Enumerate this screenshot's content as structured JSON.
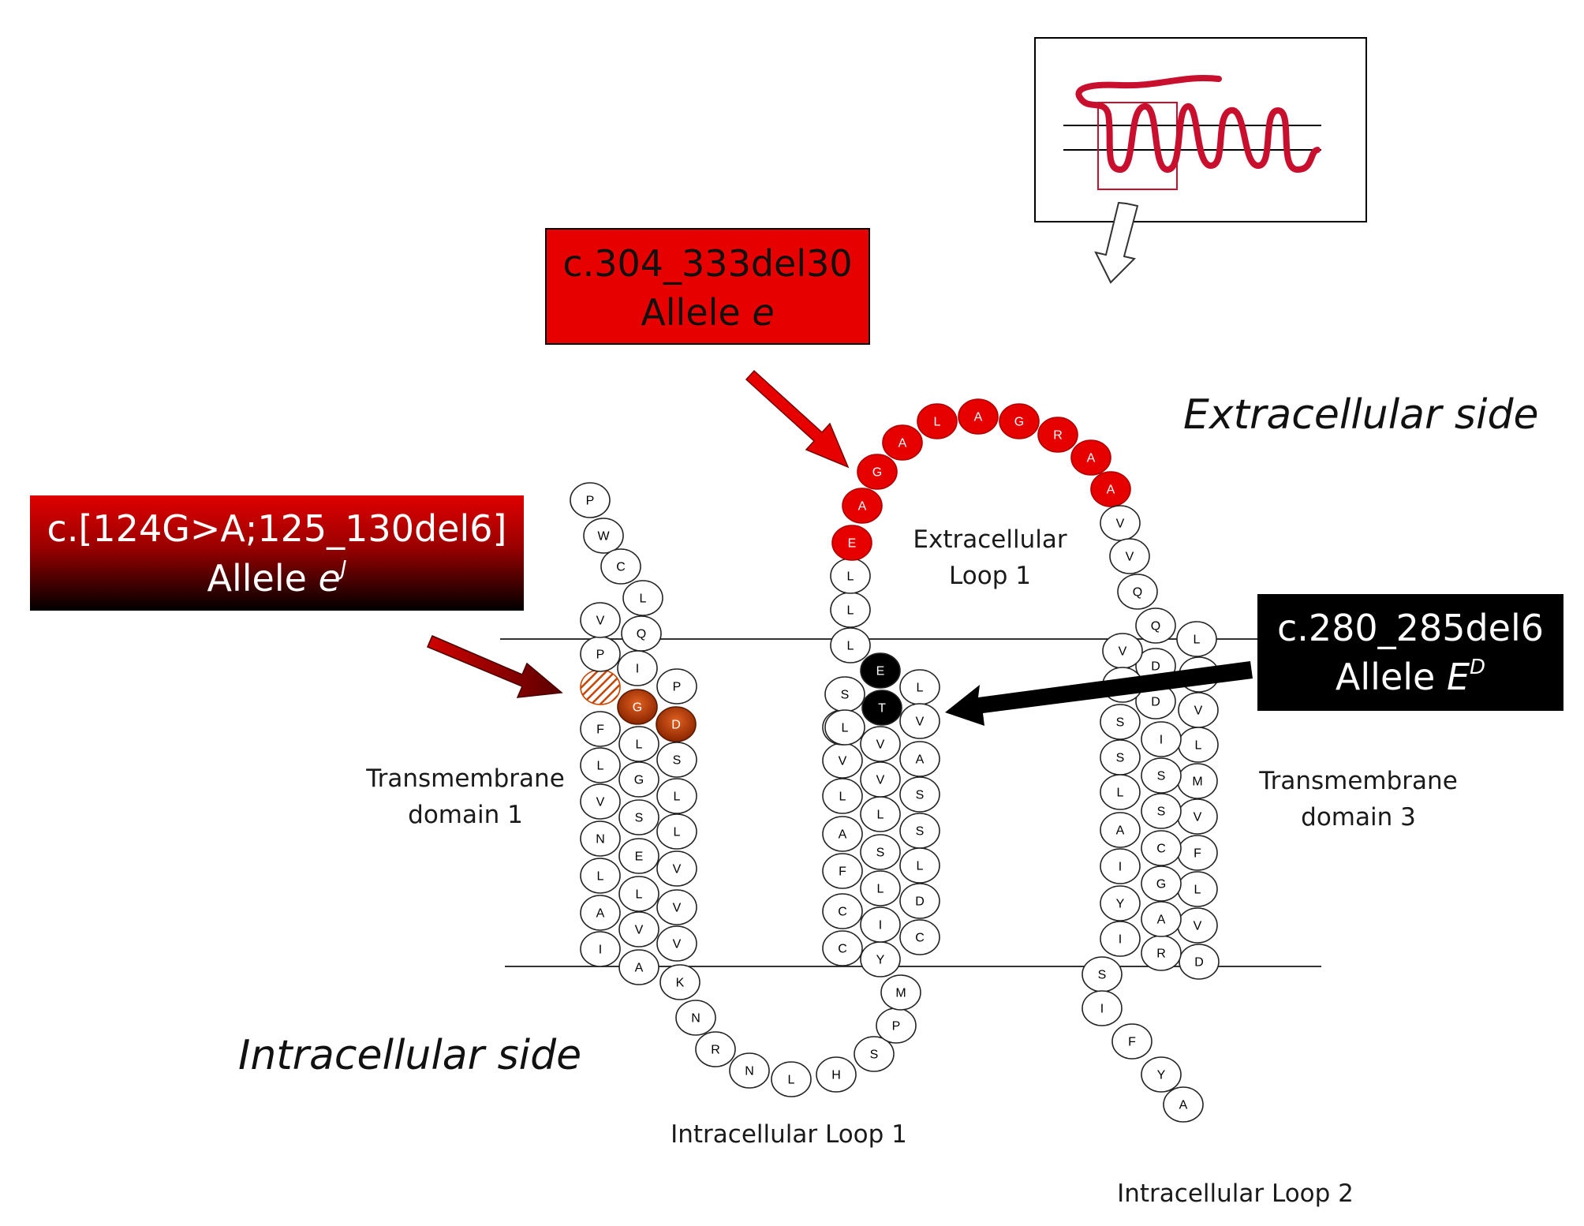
{
  "colors": {
    "deletion_e": "#e60000",
    "deletion_ej": "#c84400",
    "deletion_ED": "#000000",
    "residue_fill": "#ffffff",
    "inset_line": "#c8102e"
  },
  "labels": {
    "extracellular_side": "Extracellular side",
    "intracellular_side": "Intracellular side",
    "extracellular_loop_1_a": "Extracellular",
    "extracellular_loop_1_b": "Loop 1",
    "tm1_a": "Transmembrane",
    "tm1_b": "domain 1",
    "tm3_a": "Transmembrane",
    "tm3_b": "domain 3",
    "intracellular_loop_1": "Intracellular Loop 1",
    "intracellular_loop_2": "Intracellular Loop 2"
  },
  "callouts": {
    "e": {
      "mutation": "c.304_333del30",
      "allele_prefix": "Allele ",
      "allele_symbol": "e",
      "allele_sup": ""
    },
    "ej": {
      "mutation": "c.[124G>A;125_130del6]",
      "allele_prefix": "Allele ",
      "allele_symbol": "e",
      "allele_sup": "J"
    },
    "ED": {
      "mutation": "c.280_285del6",
      "allele_prefix": "Allele ",
      "allele_symbol": "E",
      "allele_sup": "D"
    }
  },
  "residues": [
    {
      "aa": "P",
      "state": "normal"
    },
    {
      "aa": "W",
      "state": "normal"
    },
    {
      "aa": "C",
      "state": "normal"
    },
    {
      "aa": "L",
      "state": "normal"
    },
    {
      "aa": "Q",
      "state": "normal"
    },
    {
      "aa": "I",
      "state": "normal"
    },
    {
      "aa": "P",
      "state": "normal"
    },
    {
      "aa": "D",
      "state": "del_ej"
    },
    {
      "aa": "G",
      "state": "del_ej"
    },
    {
      "aa": "",
      "state": "hatched"
    },
    {
      "aa": "P",
      "state": "normal"
    },
    {
      "aa": "V",
      "state": "normal"
    },
    {
      "aa": "F",
      "state": "normal"
    },
    {
      "aa": "L",
      "state": "normal"
    },
    {
      "aa": "V",
      "state": "normal"
    },
    {
      "aa": "N",
      "state": "normal"
    },
    {
      "aa": "L",
      "state": "normal"
    },
    {
      "aa": "A",
      "state": "normal"
    },
    {
      "aa": "I",
      "state": "normal"
    },
    {
      "aa": "L",
      "state": "normal"
    },
    {
      "aa": "G",
      "state": "normal"
    },
    {
      "aa": "S",
      "state": "normal"
    },
    {
      "aa": "E",
      "state": "normal"
    },
    {
      "aa": "L",
      "state": "normal"
    },
    {
      "aa": "V",
      "state": "normal"
    },
    {
      "aa": "A",
      "state": "normal"
    },
    {
      "aa": "S",
      "state": "normal"
    },
    {
      "aa": "L",
      "state": "normal"
    },
    {
      "aa": "L",
      "state": "normal"
    },
    {
      "aa": "V",
      "state": "normal"
    },
    {
      "aa": "V",
      "state": "normal"
    },
    {
      "aa": "V",
      "state": "normal"
    },
    {
      "aa": "K",
      "state": "normal"
    },
    {
      "aa": "N",
      "state": "normal"
    },
    {
      "aa": "R",
      "state": "normal"
    },
    {
      "aa": "N",
      "state": "normal"
    },
    {
      "aa": "L",
      "state": "normal"
    },
    {
      "aa": "H",
      "state": "normal"
    },
    {
      "aa": "S",
      "state": "normal"
    },
    {
      "aa": "P",
      "state": "normal"
    },
    {
      "aa": "M",
      "state": "normal"
    },
    {
      "aa": "Y",
      "state": "normal"
    },
    {
      "aa": "I",
      "state": "normal"
    },
    {
      "aa": "L",
      "state": "normal"
    },
    {
      "aa": "S",
      "state": "normal"
    },
    {
      "aa": "L",
      "state": "normal"
    },
    {
      "aa": "V",
      "state": "normal"
    },
    {
      "aa": "V",
      "state": "normal"
    },
    {
      "aa": "T",
      "state": "del_ED"
    },
    {
      "aa": "L",
      "state": "normal"
    },
    {
      "aa": "V",
      "state": "normal"
    },
    {
      "aa": "A",
      "state": "normal"
    },
    {
      "aa": "S",
      "state": "normal"
    },
    {
      "aa": "S",
      "state": "normal"
    },
    {
      "aa": "L",
      "state": "normal"
    },
    {
      "aa": "D",
      "state": "normal"
    },
    {
      "aa": "C",
      "state": "normal"
    },
    {
      "aa": "C",
      "state": "normal"
    },
    {
      "aa": "C",
      "state": "normal"
    },
    {
      "aa": "F",
      "state": "normal"
    },
    {
      "aa": "A",
      "state": "normal"
    },
    {
      "aa": "L",
      "state": "normal"
    },
    {
      "aa": "V",
      "state": "normal"
    },
    {
      "aa": "S",
      "state": "normal"
    },
    {
      "aa": "S",
      "state": "normal"
    },
    {
      "aa": "L",
      "state": "normal"
    },
    {
      "aa": "E",
      "state": "del_ED"
    },
    {
      "aa": "L",
      "state": "normal"
    },
    {
      "aa": "L",
      "state": "normal"
    },
    {
      "aa": "L",
      "state": "normal"
    },
    {
      "aa": "E",
      "state": "del_e"
    },
    {
      "aa": "A",
      "state": "del_e"
    },
    {
      "aa": "G",
      "state": "del_e"
    },
    {
      "aa": "A",
      "state": "del_e"
    },
    {
      "aa": "L",
      "state": "del_e"
    },
    {
      "aa": "A",
      "state": "del_e"
    },
    {
      "aa": "G",
      "state": "del_e"
    },
    {
      "aa": "R",
      "state": "del_e"
    },
    {
      "aa": "A",
      "state": "del_e"
    },
    {
      "aa": "A",
      "state": "del_e"
    },
    {
      "aa": "V",
      "state": "normal"
    },
    {
      "aa": "V",
      "state": "normal"
    },
    {
      "aa": "Q",
      "state": "normal"
    },
    {
      "aa": "Q",
      "state": "normal"
    },
    {
      "aa": "L",
      "state": "normal"
    },
    {
      "aa": "V",
      "state": "normal"
    },
    {
      "aa": "V",
      "state": "normal"
    },
    {
      "aa": "L",
      "state": "normal"
    },
    {
      "aa": "M",
      "state": "normal"
    },
    {
      "aa": "V",
      "state": "normal"
    },
    {
      "aa": "F",
      "state": "normal"
    },
    {
      "aa": "L",
      "state": "normal"
    },
    {
      "aa": "V",
      "state": "normal"
    },
    {
      "aa": "D",
      "state": "normal"
    },
    {
      "aa": "R",
      "state": "normal"
    },
    {
      "aa": "A",
      "state": "normal"
    },
    {
      "aa": "G",
      "state": "normal"
    },
    {
      "aa": "C",
      "state": "normal"
    },
    {
      "aa": "S",
      "state": "normal"
    },
    {
      "aa": "S",
      "state": "normal"
    },
    {
      "aa": "I",
      "state": "normal"
    },
    {
      "aa": "D",
      "state": "normal"
    },
    {
      "aa": "D",
      "state": "normal"
    },
    {
      "aa": "V",
      "state": "normal"
    },
    {
      "aa": "C",
      "state": "normal"
    },
    {
      "aa": "S",
      "state": "normal"
    },
    {
      "aa": "S",
      "state": "normal"
    },
    {
      "aa": "L",
      "state": "normal"
    },
    {
      "aa": "A",
      "state": "normal"
    },
    {
      "aa": "I",
      "state": "normal"
    },
    {
      "aa": "Y",
      "state": "normal"
    },
    {
      "aa": "I",
      "state": "normal"
    },
    {
      "aa": "S",
      "state": "normal"
    },
    {
      "aa": "I",
      "state": "normal"
    },
    {
      "aa": "F",
      "state": "normal"
    },
    {
      "aa": "Y",
      "state": "normal"
    },
    {
      "aa": "A",
      "state": "normal"
    }
  ]
}
